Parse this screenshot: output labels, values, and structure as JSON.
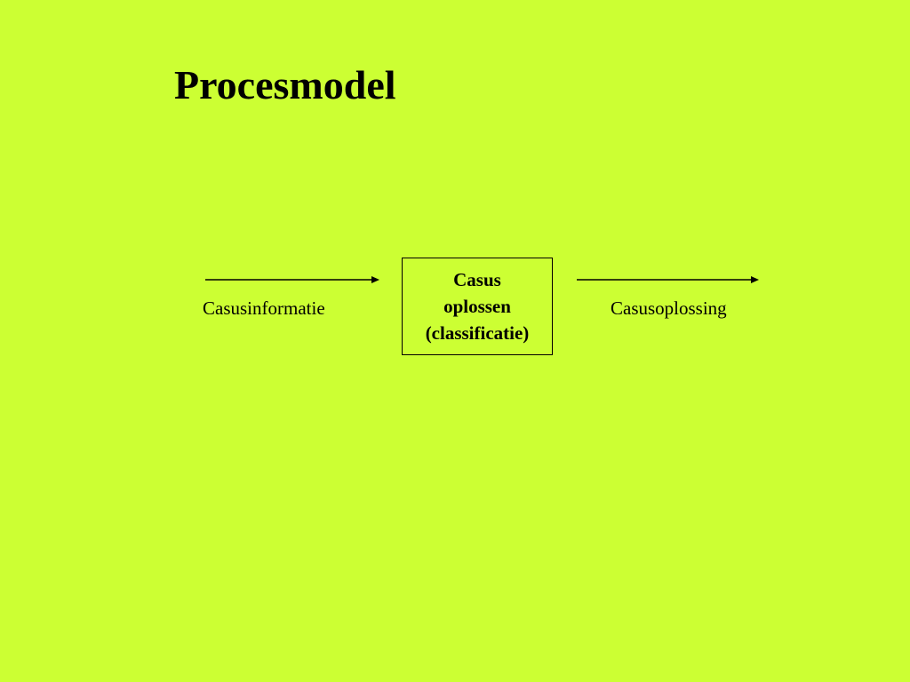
{
  "slide": {
    "title": "Procesmodel",
    "background_color": "#ccff33"
  },
  "diagram": {
    "input_label": "Casusinformatie",
    "process_lines": [
      "Casus",
      "oplossen",
      "(classificatie)"
    ],
    "output_label": "Casusoplossing",
    "line_color": "#000000"
  }
}
